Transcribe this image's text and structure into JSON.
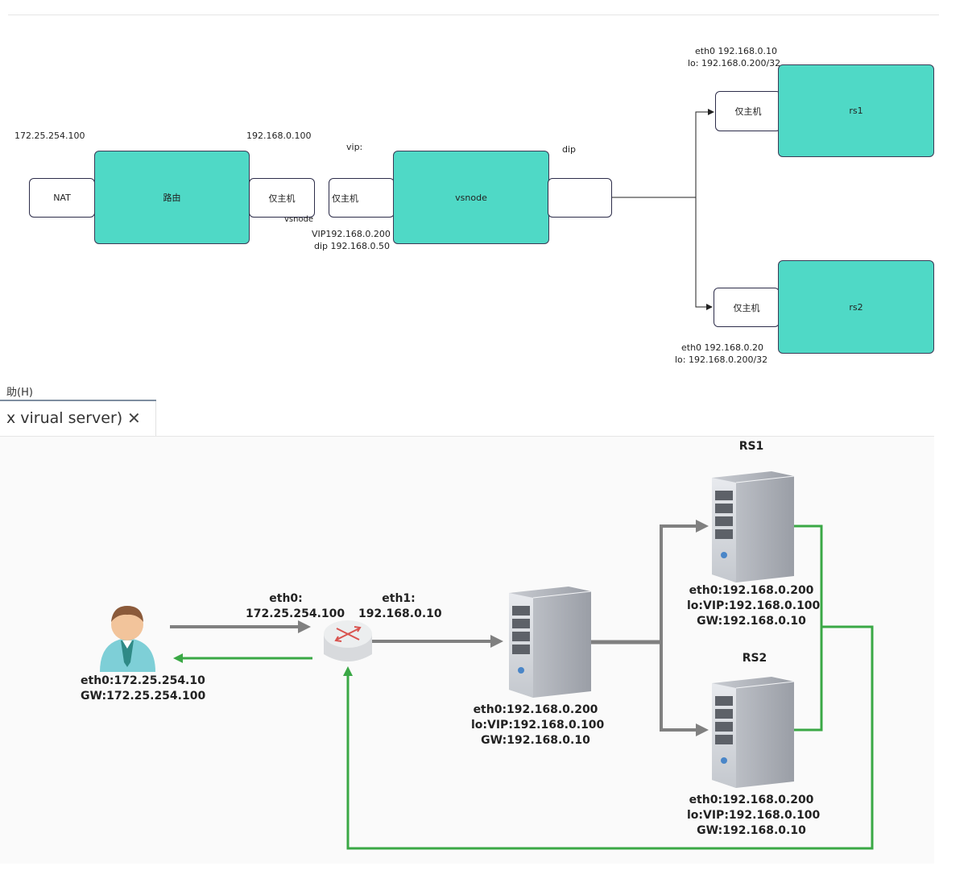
{
  "top_diagram": {
    "nat_ip": "172.25.254.100",
    "nat_box": "NAT",
    "router_box": "路由",
    "router_ip": "192.168.0.100",
    "router_hostonly": "仅主机",
    "vsnode_note": "vsnode",
    "vip_label": "vip:",
    "vsnode_hostonly": "仅主机",
    "vsnode_box": "vsnode",
    "dip_label": "dip",
    "vsnode_vip": "VIP192.168.0.200",
    "vsnode_dip": "dip 192.168.0.50",
    "rs1_eth": "eth0 192.168.0.10",
    "rs1_lo": "lo:  192.168.0.200/32",
    "rs1_hostonly": "仅主机",
    "rs1_box": "rs1",
    "rs2_hostonly": "仅主机",
    "rs2_box": "rs2",
    "rs2_eth": "eth0 192.168.0.20",
    "rs2_lo": "lo:  192.168.0.200/32",
    "colors": {
      "teal": "#4fd9c6",
      "border": "#2d2d4a"
    }
  },
  "window": {
    "menu_fragment": "助(H)",
    "tab_title": "x virual server)",
    "tab_close": "✕"
  },
  "bottom_diagram": {
    "client_eth0": "eth0:172.25.254.10",
    "client_gw": "GW:172.25.254.100",
    "router_eth0_title": "eth0:",
    "router_eth0_ip": "172.25.254.100",
    "router_eth1_title": "eth1:",
    "router_eth1_ip": "192.168.0.10",
    "director_eth0": "eth0:192.168.0.200",
    "director_lo": "lo:VIP:192.168.0.100",
    "director_gw": "GW:192.168.0.10",
    "rs1_title": "RS1",
    "rs1_eth0": "eth0:192.168.0.200",
    "rs1_lo": "lo:VIP:192.168.0.100",
    "rs1_gw": "GW:192.168.0.10",
    "rs2_title": "RS2",
    "rs2_eth0": "eth0:192.168.0.200",
    "rs2_lo": "lo:VIP:192.168.0.100",
    "rs2_gw": "GW:192.168.0.10",
    "icons": [
      "user-icon",
      "router-icon",
      "server-icon"
    ],
    "colors": {
      "request": "#808080",
      "response": "#3aa845"
    }
  }
}
